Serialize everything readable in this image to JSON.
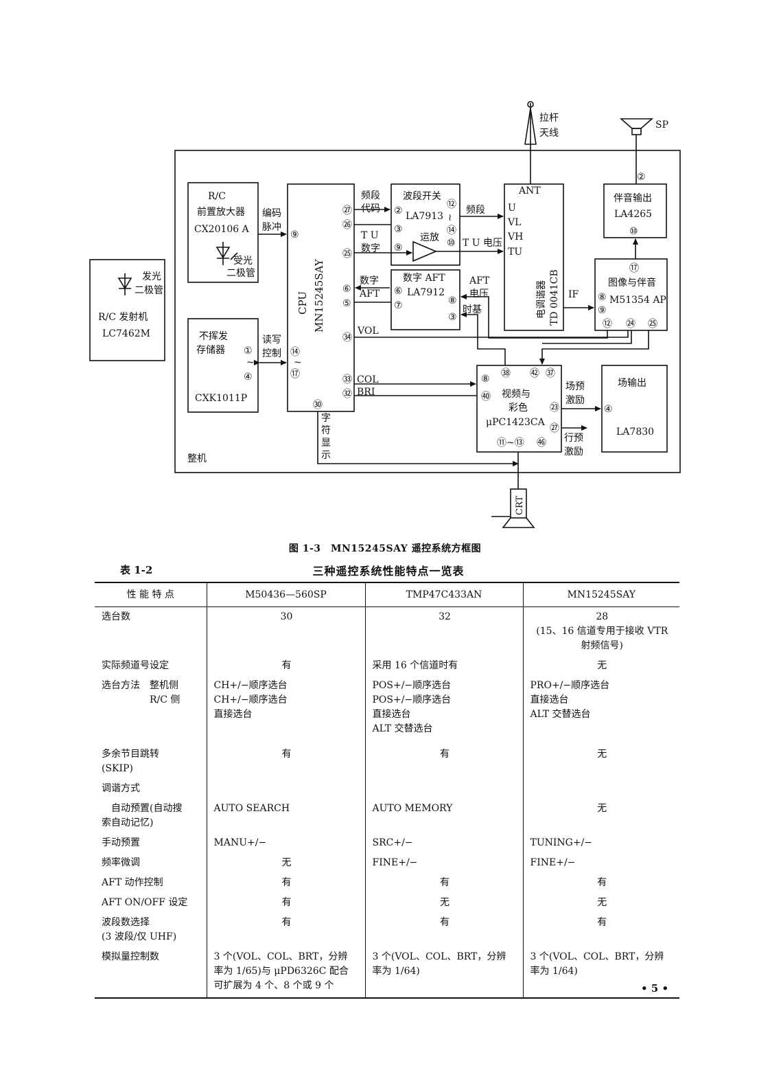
{
  "diagram": {
    "antenna": "拉杆\n天线",
    "speaker": "SP",
    "chassis": "整机",
    "transmitter": {
      "led": "发光\n二极管",
      "name": "R/C 发射机",
      "chip": "LC7462M"
    },
    "preamp": {
      "title": "R/C",
      "name": "前置放大器",
      "chip": "CX20106 A",
      "diode": "受光\n二极管"
    },
    "memory": {
      "name": "不挥发\n存储器",
      "pins": "①\n~\n④",
      "chip": "CXK1011P"
    },
    "cpu": {
      "name": "CPU",
      "chip": "MN15245SAY",
      "pin_9": "⑨",
      "pin_14_17": "⑭\n~\n⑰",
      "pin_27": "㉗",
      "pin_26": "㉖",
      "pin_25": "㉕",
      "pin_6": "⑥",
      "pin_5": "⑤",
      "pin_34": "㉞",
      "pin_33": "㉝",
      "pin_32": "㉜",
      "pin_30": "㉚"
    },
    "band_switch": {
      "name": "波段开关",
      "chip": "LA7913",
      "opamp": "运放",
      "pin_2": "②",
      "pin_3": "③",
      "pin_9": "⑨",
      "pin_12": "⑫",
      "pin_14": "⑭",
      "pin_10": "⑩",
      "tilde": "≀"
    },
    "aft": {
      "name": "数字 AFT",
      "chip": "LA7912",
      "pin_6": "⑥",
      "pin_7": "⑦",
      "pin_8": "⑧",
      "pin_3": "③"
    },
    "tuner": {
      "ant": "ANT",
      "u": "U",
      "vl": "VL",
      "vh": "VH",
      "tu": "TU",
      "name": "电调谐器",
      "chip": "TD 0041CB"
    },
    "sound_out": {
      "name": "伴音输出",
      "chip": "LA4265",
      "pin_2": "②",
      "pin_10": "⑩"
    },
    "image_sound": {
      "name": "图像与伴音",
      "chip": "M51354 AP",
      "pin_17": "⑰",
      "pin_8": "⑧",
      "pin_9": "⑨",
      "pin_12": "⑫",
      "pin_24": "㉔",
      "pin_25": "㉕"
    },
    "video": {
      "name": "视频与",
      "name2": "彩色",
      "chip": "μPC1423CA",
      "pin_8": "⑧",
      "pin_38": "㊳",
      "pin_42": "㊷",
      "pin_37": "㊲",
      "pin_40": "㊵",
      "pin_23": "㉓",
      "pin_27": "㉗",
      "pin_11_13": "⑪~⑬",
      "pin_46": "㊻"
    },
    "field_out": {
      "name": "场输出",
      "chip": "LA7830",
      "pin_4": "④"
    },
    "crt": "CRT",
    "labels": {
      "encode": "编码\n脉冲",
      "rw": "读写\n控制",
      "band_code": "频段\n代码",
      "tu_digital": "T U\n数字",
      "digital_aft": "数字\nAFT",
      "vol": "VOL",
      "col": "COL",
      "bri": "BRI",
      "char": "字\n符\n显\n示",
      "band": "频段",
      "tu_volt": "T U 电压",
      "aft_volt": "AFT\n电压",
      "timebase": "时基",
      "if": "IF",
      "field_pre": "场预\n激励",
      "line_pre": "行预\n激励"
    }
  },
  "figure_caption": "图 1-3　MN15245SAY 遥控系统方框图",
  "table_label": "表 1-2",
  "table_title": "三种遥控系统性能特点一览表",
  "table": {
    "headers": [
      "性 能 特 点",
      "M50436—560SP",
      "TMP47C433AN",
      "MN15245SAY"
    ],
    "rows": [
      {
        "feature": "选台数",
        "a": "30",
        "b": "32",
        "c": "28\n(15、16 信道专用于接收 VTR\n射频信号)"
      },
      {
        "feature": "实际频道号设定",
        "a": "有",
        "b": "采用 16 个信道时有",
        "c": "无"
      },
      {
        "feature": "选台方法　整机侧\n　　　　　R/C 侧",
        "a": "CH+/−顺序选台\nCH+/−顺序选台\n直接选台",
        "b": "POS+/−顺序选台\nPOS+/−顺序选台\n直接选台\nALT 交替选台",
        "c": "PRO+/−顺序选台\n直接选台\nALT 交替选台"
      },
      {
        "feature": "多余节目跳转\n(SKIP)",
        "a": "有",
        "b": "有",
        "c": "无"
      },
      {
        "feature": "调谐方式",
        "a": "",
        "b": "",
        "c": ""
      },
      {
        "feature": "　自动预置(自动搜\n索自动记忆)",
        "a": "AUTO SEARCH",
        "b": "AUTO MEMORY",
        "c": "无"
      },
      {
        "feature": "手动预置",
        "a": "MANU+/−",
        "b": "SRC+/−",
        "c": "TUNING+/−"
      },
      {
        "feature": "频率微调",
        "a": "无",
        "b": "FINE+/−",
        "c": "FINE+/−"
      },
      {
        "feature": "AFT 动作控制",
        "a": "有",
        "b": "有",
        "c": "有"
      },
      {
        "feature": "AFT ON/OFF 设定",
        "a": "有",
        "b": "无",
        "c": "无"
      },
      {
        "feature": "波段数选择\n(3 波段/仅 UHF)",
        "a": "有",
        "b": "有",
        "c": "有"
      },
      {
        "feature": "模拟量控制数",
        "a": "3 个(VOL、COL、BRT，分辨\n率为 1/65)与 μPD6326C 配合\n可扩展为 4 个、8 个或 9 个",
        "b": "3 个(VOL、COL、BRT，分辨\n率为 1/64)",
        "c": "3 个(VOL、COL、BRT，分辨\n率为 1/64)"
      }
    ]
  },
  "page_number": "• 5 •"
}
